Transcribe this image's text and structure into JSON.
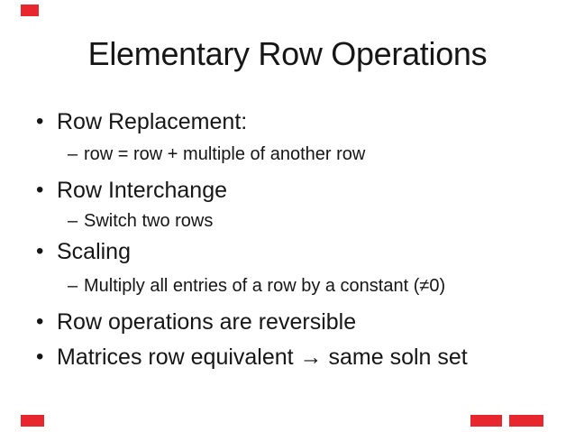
{
  "slide": {
    "title": "Elementary Row Operations",
    "markers": {
      "bullet": "•",
      "dash": "–",
      "arrow": "→"
    },
    "bullets": [
      {
        "level": 1,
        "text": "Row Replacement:"
      },
      {
        "level": 2,
        "text": "row = row + multiple of another row"
      },
      {
        "level": 1,
        "text": "Row Interchange"
      },
      {
        "level": 2,
        "text": "Switch two rows"
      },
      {
        "level": 1,
        "text": "Scaling"
      },
      {
        "level": 2,
        "text": "Multiply all entries of a row by a constant (≠0)"
      },
      {
        "level": 1,
        "text": "Row operations are reversible"
      },
      {
        "level": 1,
        "text": "Matrices row equivalent → same soln set"
      }
    ],
    "colors": {
      "text": "#161616",
      "background": "#ffffff",
      "redaction_red": "#e8262d"
    }
  }
}
